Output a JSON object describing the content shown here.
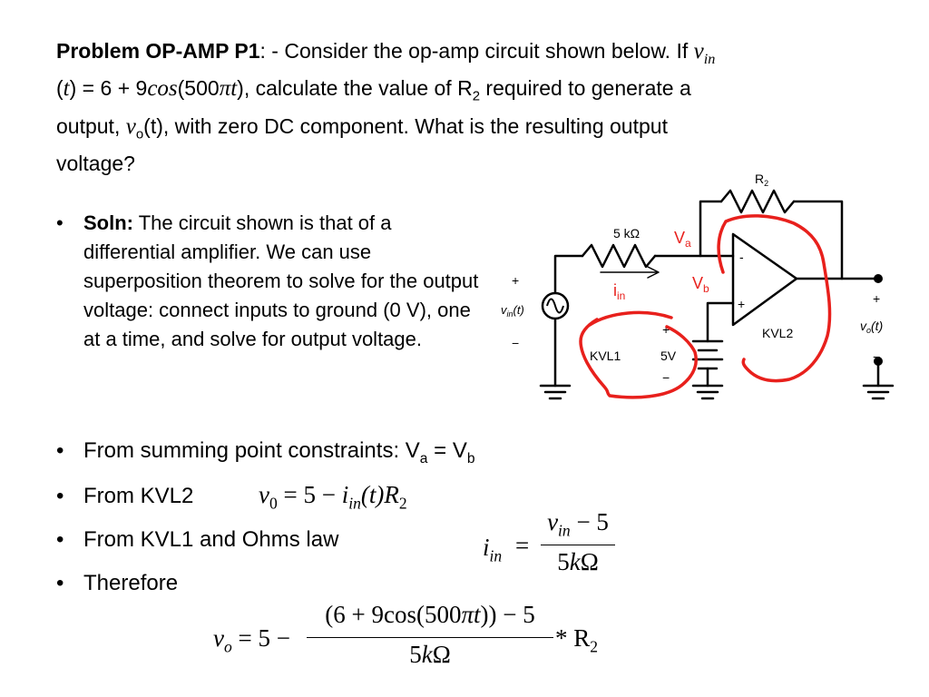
{
  "problem": {
    "label": "Problem OP-AMP P1",
    "line1_a": ": - Consider the op-amp circuit shown below. If ",
    "vin_var": "v",
    "vin_sub": "in",
    "t_var": "t",
    "line2_a": " = 6 + 9",
    "cos": "cos",
    "line2_b": "(500",
    "pi": "π",
    "t2": "t",
    "line2_c": "), calculate the value of R",
    "r2_sub": "2",
    "line2_d": " required to generate a",
    "line3_a": "output, ",
    "vo_var": "v",
    "vo_sub": "o",
    "line3_b": "(t), with zero DC component. What is the resulting output",
    "line4": "voltage?"
  },
  "soln": {
    "bullet": "•",
    "label": "Soln:",
    "text": " The circuit shown is that of a differential amplifier. We can use superposition theorem to solve for the output voltage: connect inputs to ground (0 V), one at a time, and solve for output voltage."
  },
  "bullets": {
    "b1_a": "From summing point constraints: V",
    "b1_sub_a": "a",
    "b1_b": " = V",
    "b1_sub_b": "b",
    "b2": "From KVL2",
    "b3": "From KVL1 and Ohms law",
    "b4": "Therefore"
  },
  "equations": {
    "kvl2_v": "v",
    "kvl2_v_sub": "0",
    "kvl2_rhs": " = 5 − ",
    "kvl2_i": "i",
    "kvl2_i_sub": "in",
    "kvl2_t": "(t)R",
    "kvl2_r_sub": "2",
    "kvl1_lhs": "i",
    "kvl1_lhs_sub": "in",
    "kvl1_eq": "=",
    "kvl1_num_v": "v",
    "kvl1_num_sub": "in",
    "kvl1_num_rest": " − 5",
    "kvl1_den_a": "5",
    "kvl1_den_k": "k",
    "kvl1_den_omega": "Ω",
    "final_lhs": "v",
    "final_lhs_sub": "o",
    "final_eq": " = 5 −",
    "final_num_a": "(6 + 9",
    "final_num_cos": "cos",
    "final_num_b": "(500",
    "final_num_pi": "πt",
    "final_num_c": ")) − 5",
    "final_den_a": "5",
    "final_den_k": "k",
    "final_den_omega": "Ω",
    "final_times": "* R",
    "final_r_sub": "2"
  },
  "circuit": {
    "r2": "R",
    "r2_sub": "2",
    "r1": "5 kΩ",
    "va": "V",
    "va_sub": "a",
    "vb": "V",
    "vb_sub": "b",
    "iin": "i",
    "iin_sub": "in",
    "plus_src": "+",
    "vin": "v",
    "vin_sub": "in",
    "vin_t": "(t)",
    "minus_src": "−",
    "opamp_minus": "-",
    "opamp_plus": "+",
    "bat_plus": "+",
    "bat_label": "5V",
    "bat_minus": "−",
    "kvl1": "KVL1",
    "kvl2": "KVL2",
    "out_plus": "+",
    "vo": "v",
    "vo_sub": "o",
    "vo_t": "(t)",
    "out_minus": "−",
    "wire_color": "#000000",
    "loop_color": "#e8201c"
  }
}
